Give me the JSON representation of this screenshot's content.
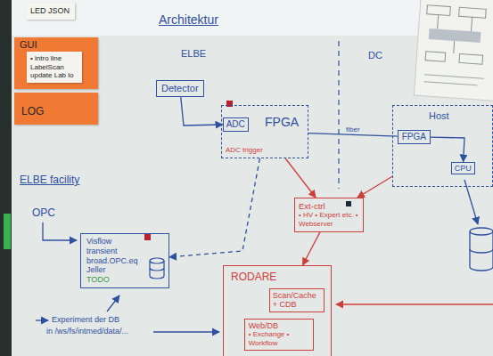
{
  "diagram": {
    "title": "Architektur",
    "nodes": [
      {
        "text": [
          "LED JSON"
        ]
      },
      {
        "text": [
          "GUI"
        ]
      },
      {
        "text": [
          "• intro line LabelScan update Lab lo"
        ]
      },
      {
        "text": [
          "LOG"
        ]
      },
      {
        "text": [
          "Detector"
        ]
      },
      {
        "text": [
          "FPGA",
          "ADC trigger"
        ]
      },
      {
        "text": [
          "ADC"
        ],
        "in": 5
      },
      {
        "text": [
          "Host"
        ]
      },
      {
        "text": [
          "FPGA"
        ],
        "in": 7
      },
      {
        "text": [
          "CPU"
        ],
        "in": 7
      },
      {
        "text": [
          "Ext-ctrl",
          "• HV • Expert etc. • Webserver"
        ]
      },
      {
        "text": [
          "Visflow",
          "transient",
          "broad.OPC.eq",
          "Jeller",
          "TODO"
        ]
      },
      {
        "text": [
          "RODARE"
        ]
      },
      {
        "text": [
          "Scan/Cache + CDB"
        ],
        "in": 12
      },
      {
        "text": [
          "Web/DB",
          "• Exchange • Workflow"
        ],
        "in": 12
      }
    ],
    "edges": [
      {
        "from": 4,
        "to": 6,
        "arrow": "to"
      },
      {
        "from": 5,
        "to": 8,
        "label": "fiber",
        "arrow": "none"
      },
      {
        "from": 8,
        "to": 9,
        "arrow": "to"
      },
      {
        "from": 7,
        "to": 10,
        "arrow": "to"
      },
      {
        "from": 5,
        "to": 10,
        "arrow": "to"
      },
      {
        "from": 10,
        "to": 12,
        "arrow": "to"
      },
      {
        "from": 5,
        "to": 11,
        "arrow": "to"
      }
    ],
    "labels": [
      "ELBE",
      "DC",
      "ELBE facility",
      "OPC",
      "Experiment der DB",
      "in /ws/fs/intmed/data/..."
    ]
  }
}
